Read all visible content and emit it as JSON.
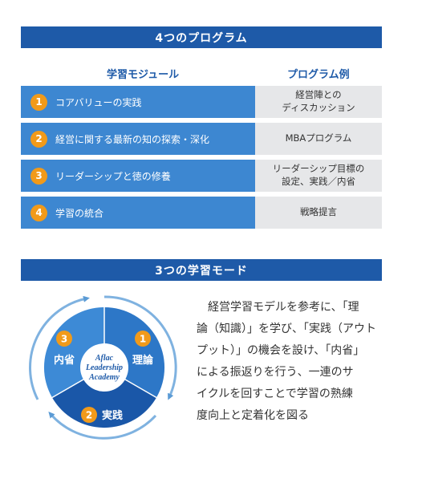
{
  "programs": {
    "title": "4つのプログラム",
    "col_module": "学習モジュール",
    "col_example": "プログラム例",
    "rows": [
      {
        "num": "1",
        "module": "コアバリューの実践",
        "example": "経営陣との\nディスカッション"
      },
      {
        "num": "2",
        "module": "経営に関する最新の知の探索・深化",
        "example": "MBAプログラム"
      },
      {
        "num": "3",
        "module": "リーダーシップと徳の修養",
        "example": "リーダーシップ目標の\n設定、実践／内省"
      },
      {
        "num": "4",
        "module": "学習の統合",
        "example": "戦略提言"
      }
    ]
  },
  "modes": {
    "title": "3つの学習モード",
    "center_lines": [
      "Aflac",
      "Leadership",
      "Academy"
    ],
    "segments": [
      {
        "num": "1",
        "label": "理論"
      },
      {
        "num": "2",
        "label": "実践"
      },
      {
        "num": "3",
        "label": "内省"
      }
    ],
    "paragraph_lines": [
      "　経営学習モデルを参考に、「理",
      "論（知識）」を学び、「実践（アウト",
      "プット）」の機会を設け、「内省」",
      "による振返りを行う、一連のサ",
      "イクルを回すことで学習の熟練",
      "度向上と定着化を図る"
    ]
  },
  "colors": {
    "header": "#1e5aa8",
    "module": "#3d87d1",
    "example": "#e6e7e9",
    "badge": "#f19a1a"
  }
}
